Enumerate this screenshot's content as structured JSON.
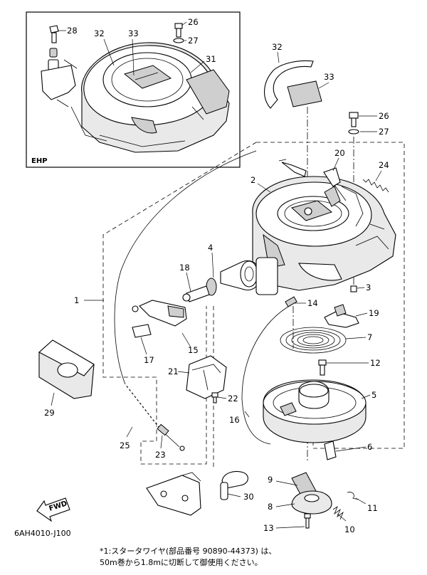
{
  "diagram": {
    "inset_label": "EHP",
    "drawing_code": "6AH4010-J100",
    "fwd_label": "FWD",
    "footnote_line1": "*1:スタータワイヤ(部品番号 90890-44373) は、",
    "footnote_line2": "50m巻から1.8mに切断して御使用ください。",
    "callouts": {
      "c1": "1",
      "c2": "2",
      "c3": "3",
      "c4": "4",
      "c5": "5",
      "c6": "6",
      "c7": "7",
      "c8": "8",
      "c9": "9",
      "c10": "10",
      "c11": "11",
      "c12": "12",
      "c13": "13",
      "c14": "14",
      "c15": "15",
      "c16": "16",
      "c17": "17",
      "c18": "18",
      "c19": "19",
      "c20": "20",
      "c21": "21",
      "c22": "22",
      "c23": "23",
      "c24": "24",
      "c25": "25",
      "c26": "26",
      "c27": "27",
      "c29": "29",
      "c30": "30",
      "c31": "31",
      "i28": "28",
      "i26": "26",
      "i27": "27",
      "i32": "32",
      "i33": "33",
      "m32": "32",
      "m33": "33"
    }
  }
}
